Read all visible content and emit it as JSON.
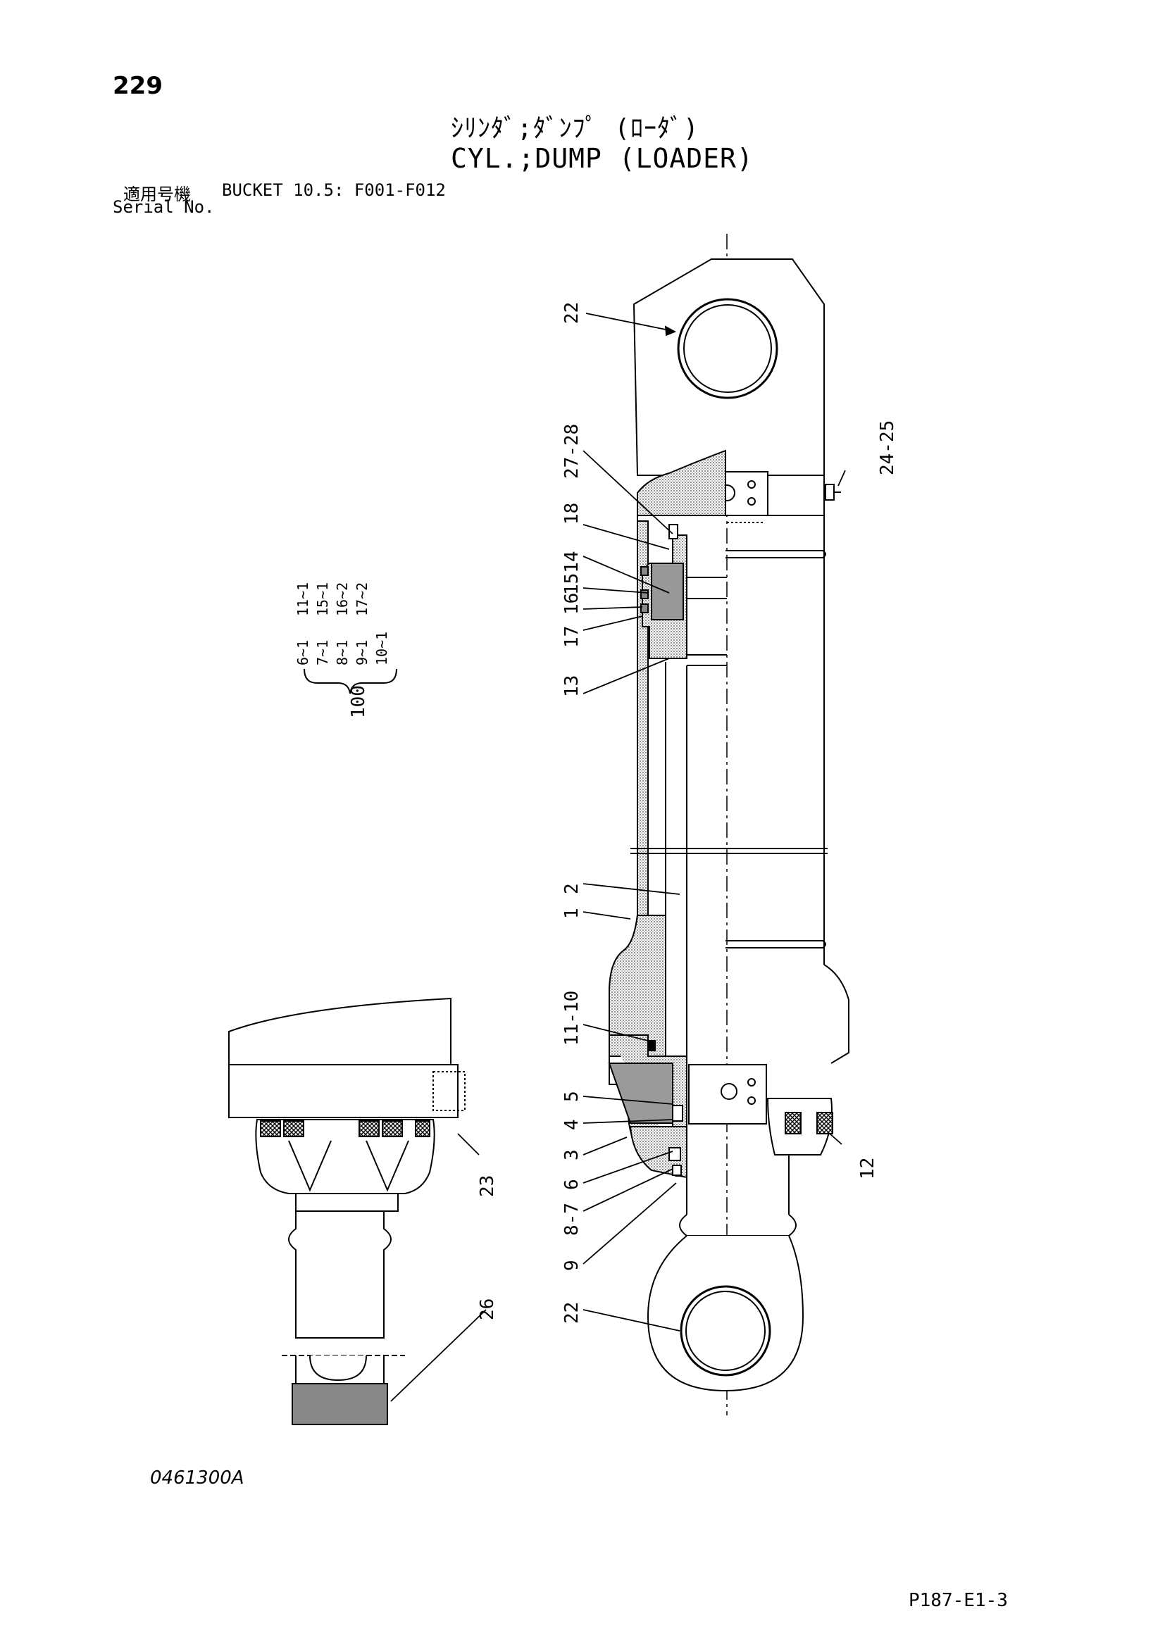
{
  "page_number": "229",
  "title_jp": "ｼﾘﾝﾀﾞ;ﾀﾞﾝﾌﾟ (ﾛｰﾀﾞ)",
  "title_en": "CYL.;DUMP (LOADER)",
  "serial_label_jp": "適用号機",
  "serial_label_en": "Serial No.",
  "serial_value": "BUCKET 10.5: F001-F012",
  "drawing_number": "0461300A",
  "page_code": "P187-E1-3",
  "kit": {
    "number": "100",
    "items": [
      "6~1",
      "7~1",
      "8~1",
      "9~1",
      "10~1",
      "11~1",
      "15~1",
      "16~2",
      "17~2"
    ]
  },
  "callouts": {
    "c22_top": "22",
    "c24_25": "24-25",
    "c27_28": "27-28",
    "c18": "18",
    "c15_14": "1514",
    "c15": "15",
    "c14": "14",
    "c17_16": "17 16",
    "c13": "13",
    "c1": "1",
    "c2": "2",
    "c11_10": "11-10",
    "c5": "5",
    "c4": "4",
    "c3": "3",
    "c6": "6",
    "c8_7": "8-7",
    "c9": "9",
    "c22_bottom": "22",
    "c12": "12",
    "c23": "23",
    "c26": "26"
  }
}
